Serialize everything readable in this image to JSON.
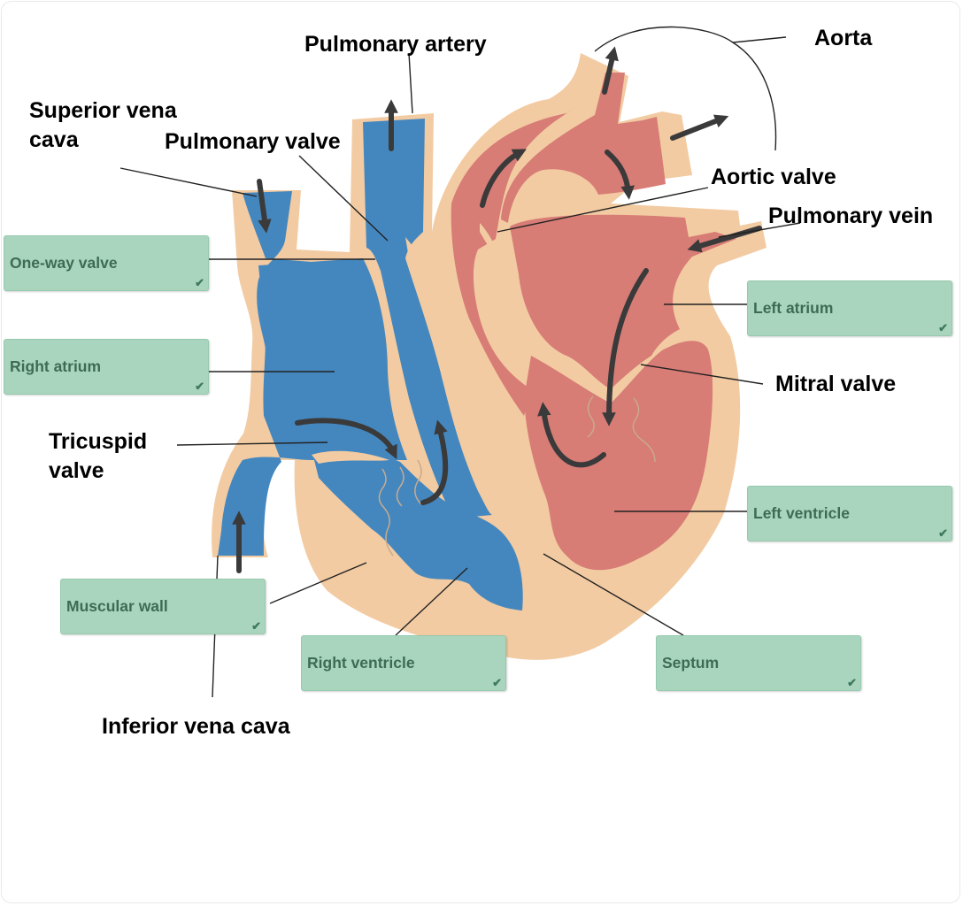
{
  "labels": {
    "pulmonary_artery": "Pulmonary artery",
    "aorta": "Aorta",
    "superior_vena_cava_line1": "Superior vena",
    "superior_vena_cava_line2": "cava",
    "pulmonary_valve": "Pulmonary valve",
    "aortic_valve": "Aortic valve",
    "pulmonary_vein": "Pulmonary vein",
    "mitral_valve": "Mitral valve",
    "tricuspid_valve_line1": "Tricuspid",
    "tricuspid_valve_line2": "valve",
    "inferior_vena_cava": "Inferior vena cava"
  },
  "drop_zones": {
    "one_way_valve": "One-way valve",
    "right_atrium": "Right atrium",
    "left_atrium": "Left atrium",
    "left_ventricle": "Left ventricle",
    "muscular_wall": "Muscular wall",
    "right_ventricle": "Right ventricle",
    "septum": "Septum"
  },
  "check_glyph": "✔",
  "colors": {
    "deoxygenated_blood": "#4487bf",
    "oxygenated_blood": "#d87c76",
    "heart_tissue": "#f2cba2",
    "arrow": "#3a3a3a",
    "drop_zone": "#a9d5be"
  }
}
